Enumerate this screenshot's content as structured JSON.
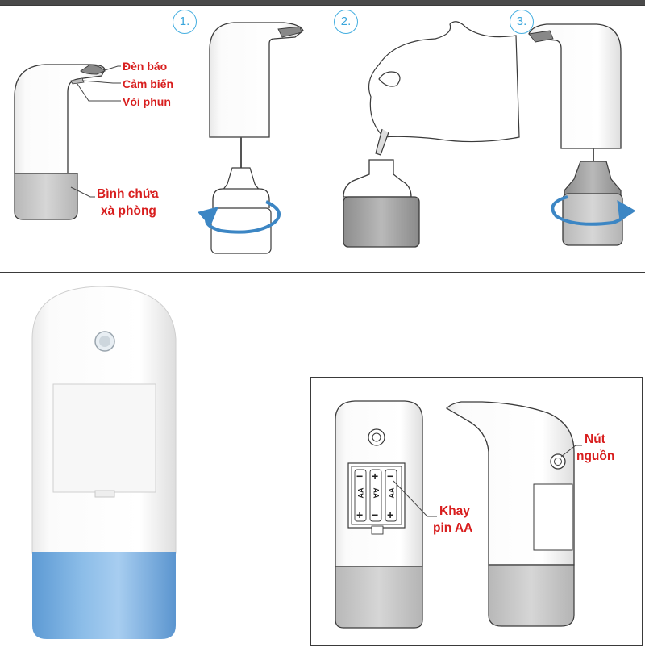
{
  "steps": [
    "1.",
    "2.",
    "3."
  ],
  "callouts": {
    "indicator_light": "Đèn báo",
    "sensor": "Cảm biến",
    "nozzle": "Vòi phun",
    "container_line1": "Bình chứa",
    "container_line2": "xà phòng",
    "power_line1": "Nút",
    "power_line2": "nguồn",
    "battery_line1": "Khay",
    "battery_line2": "pin AA"
  },
  "battery_text": {
    "label": "AA",
    "plus": "+",
    "minus": "−"
  },
  "colors": {
    "callout_red": "#d81e1e",
    "step_blue": "#44aee0",
    "arrow_blue": "#3c86c4",
    "reservoir_gray": "#c6c6c6",
    "reservoir_blue": "#6ea8dc",
    "frame": "#3a3a3a"
  }
}
